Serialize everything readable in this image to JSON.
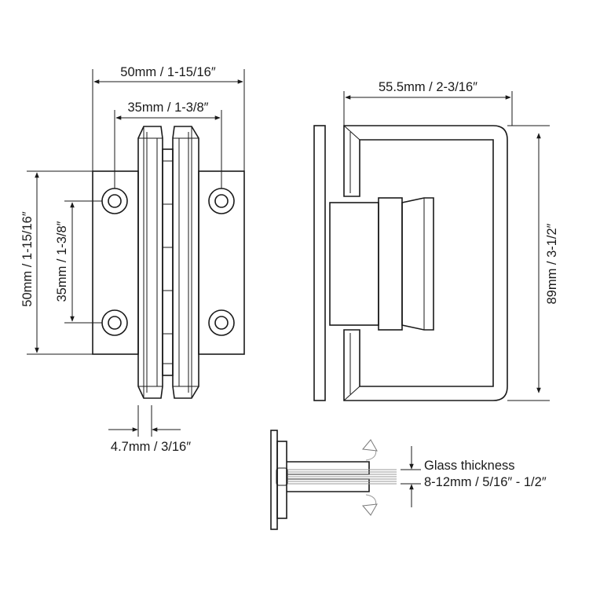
{
  "front_view": {
    "width_outer": "50mm / 1-15/16″",
    "width_holes": "35mm / 1-3/8″",
    "height_outer": "50mm / 1-15/16″",
    "height_holes": "35mm / 1-3/8″",
    "gap": "4.7mm / 3/16″"
  },
  "side_view": {
    "width": "55.5mm / 2-3/16″",
    "height": "89mm / 3-1/2″"
  },
  "detail_view": {
    "glass_label": "Glass thickness",
    "glass_range": "8-12mm / 5/16″ - 1/2″"
  },
  "colors": {
    "line": "#1a1a1a",
    "glass": "#9a9a9a"
  }
}
